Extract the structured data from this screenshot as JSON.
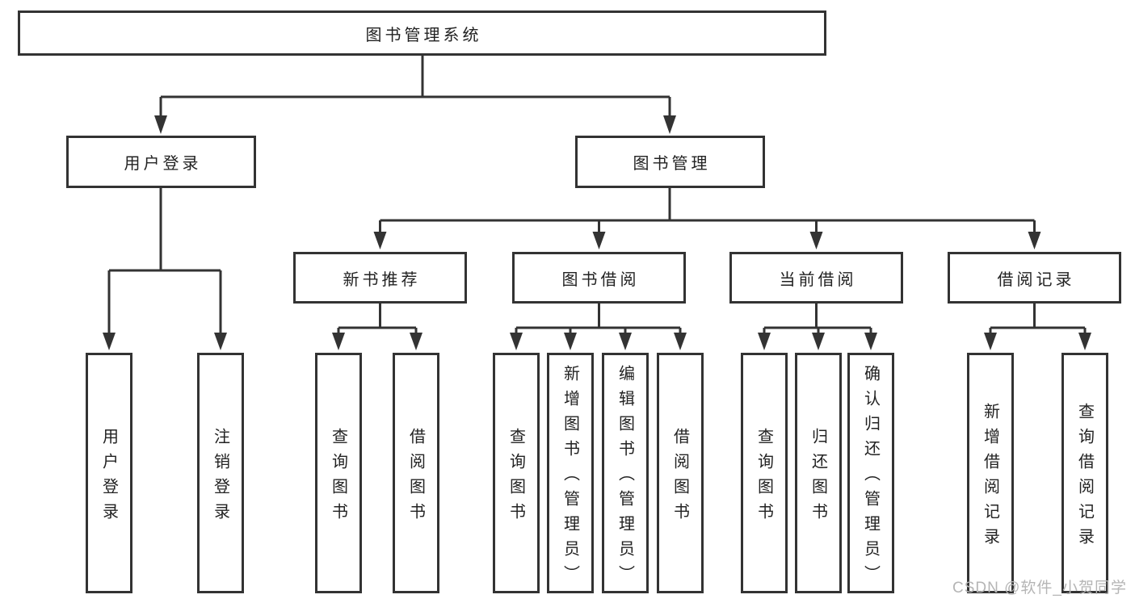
{
  "tree": {
    "root": {
      "label": "图书管理系统"
    },
    "children": [
      {
        "label": "用户登录",
        "children": [
          {
            "label": "用户登录"
          },
          {
            "label": "注销登录"
          }
        ]
      },
      {
        "label": "图书管理",
        "children": [
          {
            "label": "新书推荐",
            "children": [
              {
                "label": "查询图书"
              },
              {
                "label": "借阅图书"
              }
            ]
          },
          {
            "label": "图书借阅",
            "children": [
              {
                "label": "查询图书"
              },
              {
                "label": "新增图书（管理员）"
              },
              {
                "label": "编辑图书（管理员）"
              },
              {
                "label": "借阅图书"
              }
            ]
          },
          {
            "label": "当前借阅",
            "children": [
              {
                "label": "查询图书"
              },
              {
                "label": "归还图书"
              },
              {
                "label": "确认归还（管理员）"
              }
            ]
          },
          {
            "label": "借阅记录",
            "children": [
              {
                "label": "新增借阅记录"
              },
              {
                "label": "查询借阅记录"
              }
            ]
          }
        ]
      }
    ]
  },
  "watermark": "CSDN @软件_小贺同学",
  "colors": {
    "line": "#333333",
    "text": "#222222",
    "watermark": "#b5b5b5",
    "background": "#ffffff"
  }
}
